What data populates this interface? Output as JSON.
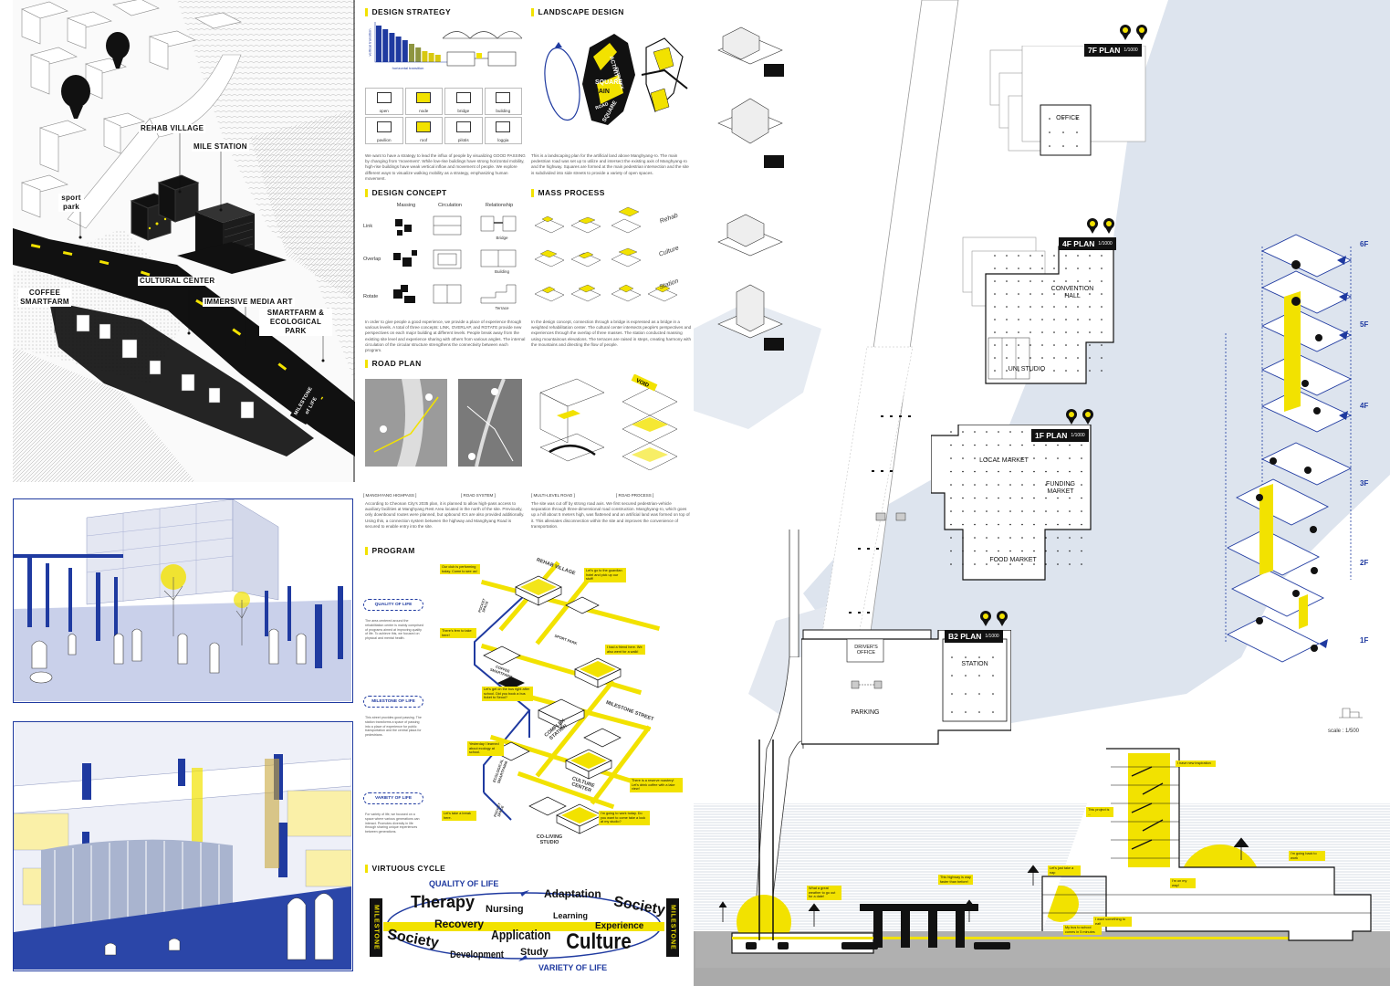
{
  "colors": {
    "accent": "#f2e200",
    "blue": "#1f3aa0",
    "ink": "#111111",
    "sky": "#dde4ee",
    "rend": "#c9d0ea"
  },
  "site_labels": {
    "rehab": "REHAB VILLAGE",
    "mile": "MILE STATION",
    "sport": "sport park",
    "cultural": "CULTURAL CENTER",
    "immersive": "IMMERSIVE MEDIA ART",
    "coffee": "COFFEE SMARTFARM",
    "smartfarm": "SMARTFARM & ECOLOGICAL PARK",
    "milestone": "MILESTONE of LIFE"
  },
  "design_strategy": {
    "title": "DESIGN STRATEGY",
    "y_axis": "vertical transition",
    "x_axis": "horizontal transition",
    "chart_values": [
      10,
      9,
      8,
      7,
      6,
      5,
      4,
      3,
      2.5,
      2
    ],
    "types": [
      "open",
      "node",
      "bridge",
      "building",
      "pavilion",
      "roof",
      "pilotis",
      "loggia"
    ],
    "text": "We want to have a strategy to lead the influx of people by visualizing GOOD PASSING by changing from 'movement'. While low-rise buildings have strong horizontal mobility, high-rise buildings have weak vertical inflow and movement of people. We explore different ways to visualize walking mobility as a strategy, emphasizing human movement."
  },
  "landscape_design": {
    "title": "LANDSCAPE DESIGN",
    "words": [
      "ACTIVITY",
      "SQUARE",
      "ENTRANCE",
      "MAIN",
      "ROAD",
      "SQUARE"
    ],
    "text": "This is a landscaping plan for the artificial land above Manghyang-ro. The main pedestrian road was set up to utilize and intersect the existing axis of Manghyang-ro and the highway. Squares are formed at the main pedestrian intersection and the site is subdivided into side streets to provide a variety of open spaces."
  },
  "design_concept": {
    "title": "DESIGN CONCEPT",
    "columns": [
      "Massing",
      "Circulation",
      "Relationship"
    ],
    "rows": [
      "Link",
      "Overlap",
      "Rotate"
    ],
    "relations": [
      "Bridge",
      "Building",
      "Terrace"
    ],
    "text": "In order to give people a good experience, we provide a place of experience through various levels. A total of three concepts: LINK, OVERLAP, and ROTATE provide new perspectives on each major building at different levels. People break away from the existing site level and experience sharing with others from various angles. The internal circulation of the circular structure strengthens the connectivity between each program."
  },
  "mass_process": {
    "title": "MASS PROCESS",
    "tags": [
      "Rehab",
      "Culture",
      "Station"
    ],
    "text": "In the design concept, connection through a bridge is expressed as a bridge in a weighted rehabilitation center. The cultural center intersects people's perspectives and experiences through the overlap of three masses. The station conducted massing using mountainous elevations. The terraces are raised in steps, creating harmony with the mountains and directing the flow of people."
  },
  "road_plan": {
    "title": "ROAD PLAN",
    "captions": [
      "[ MANGHYANG HIGHPASS ]",
      "[ ROAD SYSTEM ]",
      "[ MULTI-LEVEL ROAD ]",
      "[ ROAD PROCESS ]"
    ],
    "void": "VOID",
    "text1": "According to Cheonan City's 2035 plan, it is planned to allow high-pass access to auxiliary facilities at Manghyang Rest Area located in the north of the site. Previously, only downbound routes were planned, but upbound ICs are also provided additionally. Using this, a connection system between the highway and Manghyang Road is secured to enable entry into the site.",
    "text2": "The site was cut off by strong road axis. We first secured pedestrian-vehicle separation through three-dimensional road construction. Manghyang-ro, which goes up a hill about 5 meters high, was flattened and an artificial land was formed on top of it. This alleviates disconnection within the site and improves the convenience of transportation."
  },
  "program": {
    "title": "PROGRAM",
    "bubbles": [
      {
        "label": "QUALITY OF LIFE",
        "text": "The area centered around the rehabilitation center is mainly comprised of programs aimed at improving quality of life. To achieve this, we focused on physical and mental health."
      },
      {
        "label": "MILESTONE OF LIFE",
        "text": "This street provides good passing. The station transforms a space of passing into a place of experience for public transportation and the central plaza for pedestrians."
      },
      {
        "label": "VARIETY OF LIFE",
        "text": "For variety of life, we focused on a space where various generations can interact. Promotes diversity in life through sharing unique experiences between generations."
      }
    ],
    "places": [
      "REHAB VILLAGE",
      "POCKET SPACE",
      "SPORT PARK",
      "COFFEE SMARTFARM",
      "MILESTONE STREET",
      "COMPLEX STATION",
      "ECOLOGICAL SMARTFARM",
      "CULTURE CENTER",
      "POCKET SPACE",
      "CO-LIVING STUDIO"
    ],
    "notes": [
      "Our club is performing today. Come to see us!",
      "Let's go to the guardian hotel and pick up our stuff!",
      "There's fern to take here!",
      "I had a friend here. We also went for a walk!",
      "Let's get on the bus right after school. Did you book a bus ticket to Seoul?",
      "Yesterday I learned about ecology at school.",
      "There is a reserve roastery! Let's drink coffee with a lake view!",
      "I'm going to work today. Do you want to come take a look at my studio?",
      "Let's take a break here."
    ]
  },
  "virtuous_cycle": {
    "title": "VIRTUOUS CYCLE",
    "side": "MILESTONE",
    "top": "QUALITY OF LIFE",
    "bottom": "VARIETY OF LIFE",
    "words": [
      "Adaptation",
      "Therapy",
      "Nursing",
      "Society",
      "Learning",
      "Recovery",
      "Experience",
      "Application",
      "Society",
      "Culture",
      "Study",
      "Development"
    ]
  },
  "plans": [
    {
      "title": "7F PLAN",
      "scale": "1/1000",
      "rooms": [
        "OFFICE"
      ]
    },
    {
      "title": "4F PLAN",
      "scale": "1/1000",
      "rooms": [
        "CONVENTION HALL",
        "UNI STUDIO"
      ]
    },
    {
      "title": "1F PLAN",
      "scale": "1/1000",
      "rooms": [
        "LOCAL MARKET",
        "FUNDING MARKET",
        "FOOD MARKET"
      ]
    },
    {
      "title": "B2 PLAN",
      "scale": "1/1000",
      "rooms": [
        "DRIVER'S OFFICE",
        "STATION",
        "PARKING"
      ]
    }
  ],
  "floors": [
    "6F",
    "5F",
    "4F",
    "3F",
    "2F",
    "1F"
  ],
  "scale_note": "scale : 1/500",
  "section_notes": [
    "I have new inspiration",
    "This project is ...",
    "What a great weather to go out for a date!",
    "This highway is way faster than before!",
    "Let's just take a nap",
    "I'm on my way!",
    "I want something to eat!",
    "My bus to school comes in 5 minutes",
    "I'm going back to work"
  ]
}
